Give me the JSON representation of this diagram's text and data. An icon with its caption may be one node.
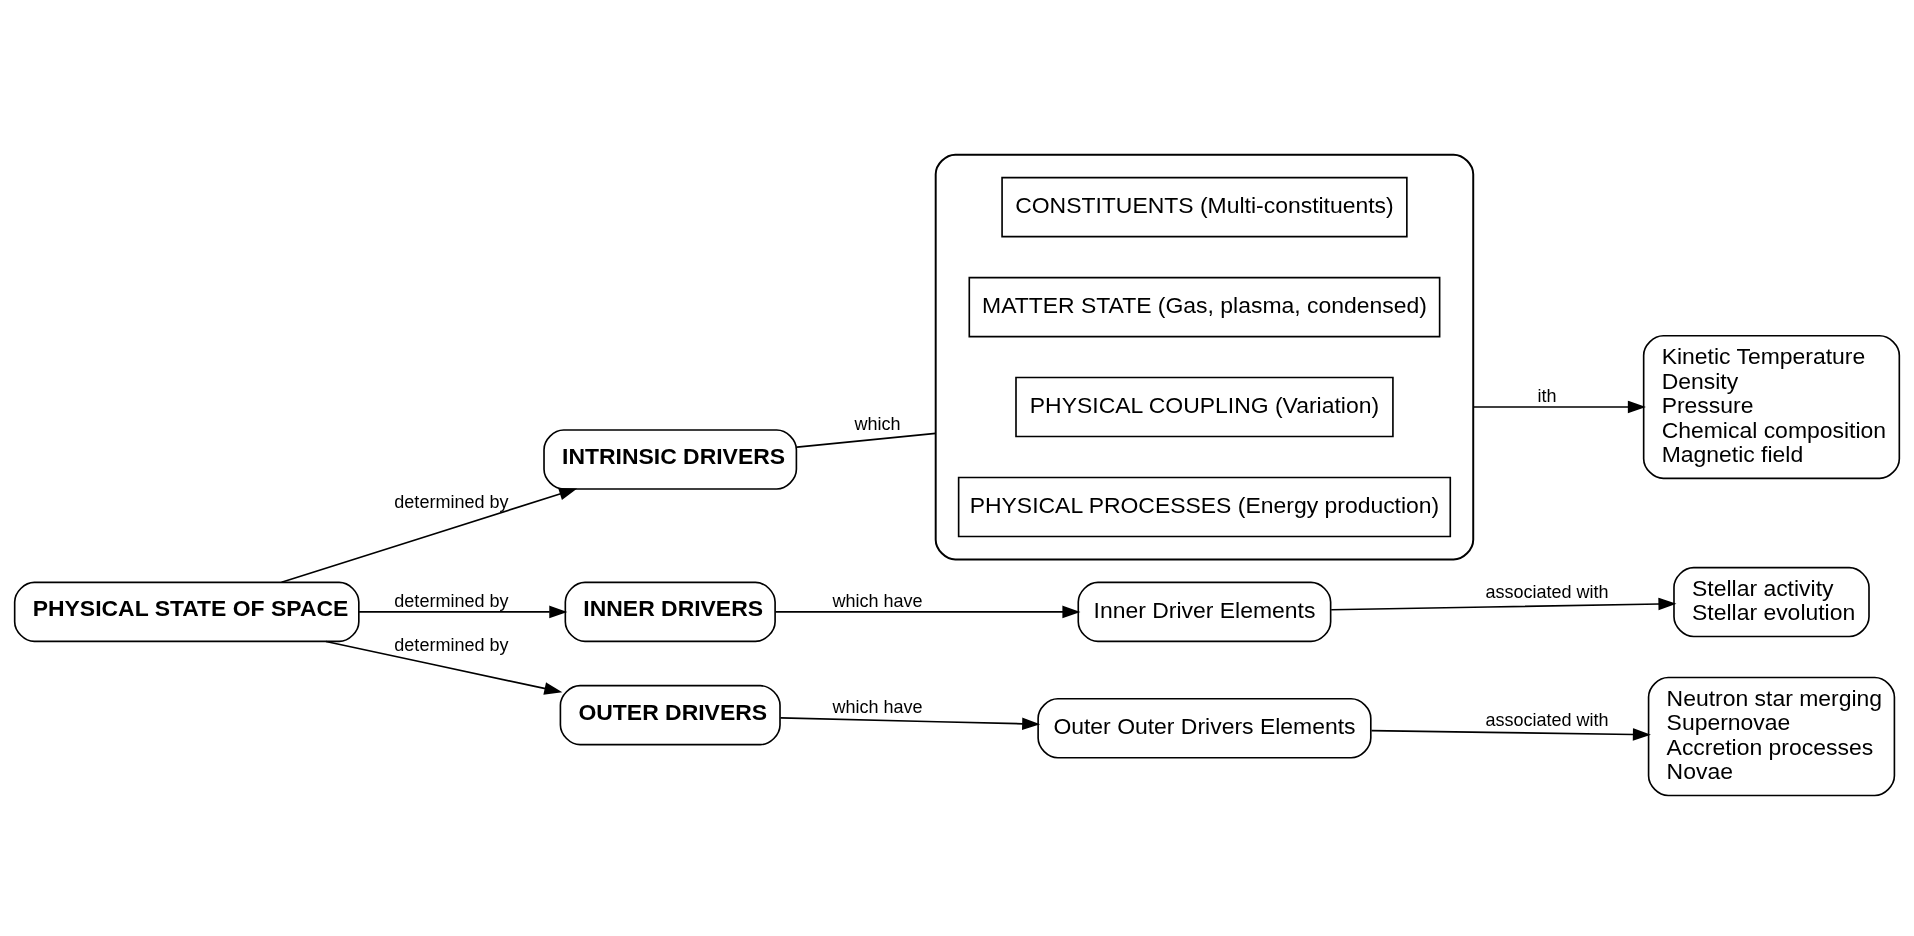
{
  "diagram": {
    "nodes": [
      {
        "text": [
          "PHYSICAL STATE OF SPACE"
        ]
      },
      {
        "text": [
          "INTRINSIC DRIVERS"
        ]
      },
      {
        "text": [],
        "shape": "box"
      },
      {
        "text": [
          "CONSTITUENTS (Multi-constituents)"
        ],
        "in": 2
      },
      {
        "text": [
          "MATTER STATE (Gas, plasma, condensed)"
        ],
        "in": 2
      },
      {
        "text": [
          "PHYSICAL COUPLING (Variation)"
        ],
        "in": 2
      },
      {
        "text": [
          "PHYSICAL PROCESSES (Energy production)"
        ],
        "in": 2
      },
      {
        "text": [
          "Kinetic Temperature",
          "Density",
          "Pressure",
          "Chemical composition",
          "Magnetic field"
        ]
      },
      {
        "text": [
          "INNER DRIVERS"
        ]
      },
      {
        "text": [
          "Inner Driver Elements"
        ]
      },
      {
        "text": [
          "Stellar activity",
          "Stellar evolution"
        ]
      },
      {
        "text": [
          "OUTER DRIVERS"
        ]
      },
      {
        "text": [
          "Outer Outer Drivers Elements"
        ]
      },
      {
        "text": [
          "Neutron star merging",
          "Supernovae",
          "Accretion processes",
          "Novae"
        ]
      }
    ],
    "edges": [
      {
        "from": 0,
        "to": 1,
        "label": "determined by",
        "arrow": "to"
      },
      {
        "from": 1,
        "to": 2,
        "label": "which",
        "arrow": "none"
      },
      {
        "from": 2,
        "to": 7,
        "label": "ith",
        "arrow": "to"
      },
      {
        "from": 0,
        "to": 8,
        "label": "determined by",
        "arrow": "to"
      },
      {
        "from": 8,
        "to": 9,
        "label": "which have",
        "arrow": "to"
      },
      {
        "from": 9,
        "to": 10,
        "label": "associated with",
        "arrow": "to"
      },
      {
        "from": 0,
        "to": 11,
        "label": "determined by",
        "arrow": "to"
      },
      {
        "from": 11,
        "to": 12,
        "label": "which have",
        "arrow": "to"
      },
      {
        "from": 12,
        "to": 13,
        "label": "associated with",
        "arrow": "to"
      }
    ]
  }
}
